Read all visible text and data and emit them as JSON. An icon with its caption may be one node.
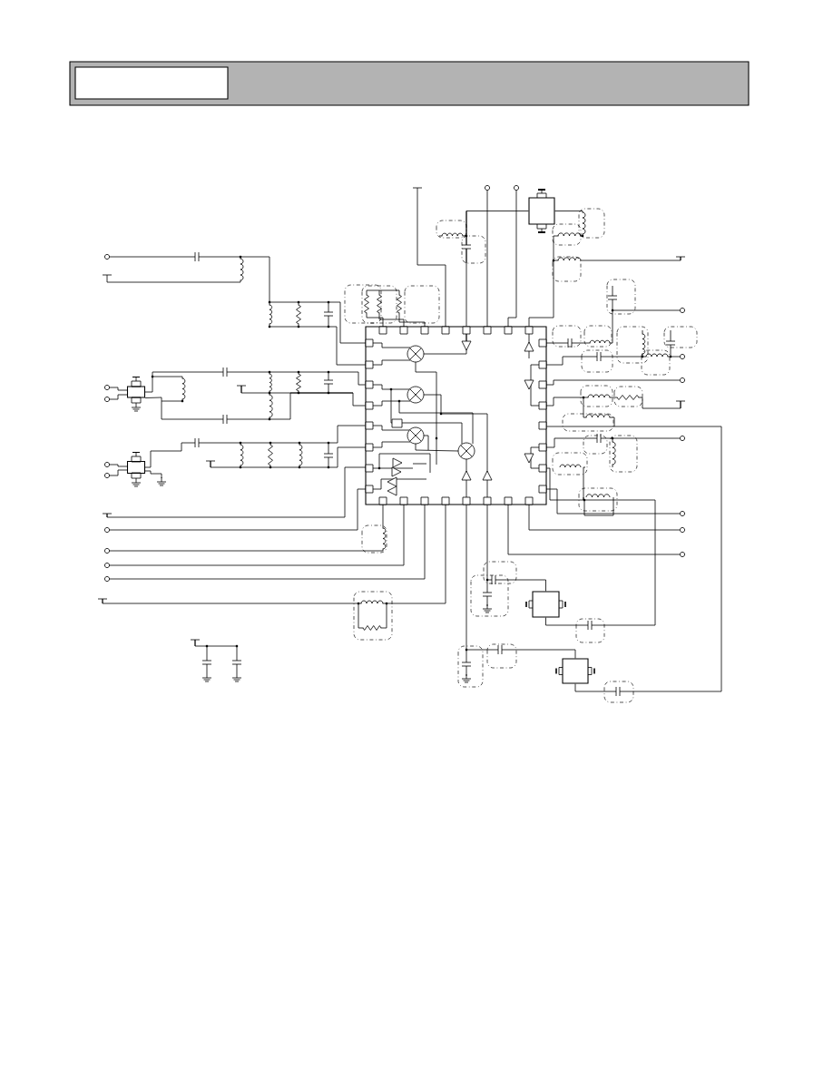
{
  "diagram": {
    "nodes": [
      {
        "text": [],
        "shape": "box"
      },
      {
        "text": [],
        "shape": "box"
      },
      {
        "text": [],
        "shape": "box"
      },
      {
        "text": [],
        "shape": "box"
      },
      {
        "text": [],
        "shape": "box"
      },
      {
        "text": [],
        "shape": "box"
      }
    ],
    "edges": [
      {
        "from": 4,
        "to": 0,
        "arrow": "none"
      },
      {
        "from": 4,
        "to": 0,
        "arrow": "none"
      },
      {
        "from": 5,
        "to": 0,
        "arrow": "none"
      },
      {
        "from": 1,
        "to": 0,
        "arrow": "none"
      },
      {
        "from": 2,
        "to": 0,
        "arrow": "none"
      },
      {
        "from": 2,
        "to": 0,
        "arrow": "none"
      },
      {
        "from": 3,
        "to": 0,
        "arrow": "none"
      },
      {
        "from": 3,
        "to": 0,
        "arrow": "none"
      },
      {
        "from": 1,
        "to": 0,
        "arrow": "none"
      }
    ]
  }
}
